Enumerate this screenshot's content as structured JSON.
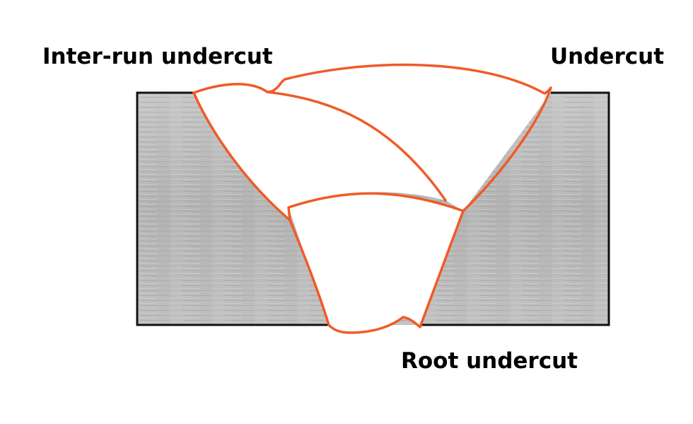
{
  "labels": {
    "inter_run_undercut": "Inter-run undercut",
    "undercut": "Undercut",
    "root_undercut": "Root undercut"
  },
  "colors": {
    "weld_outline": "#f05a28",
    "plate_fill": "#b9b9b9",
    "plate_border": "#111111",
    "weld_fill": "#ffffff",
    "label_text": "#000000"
  }
}
